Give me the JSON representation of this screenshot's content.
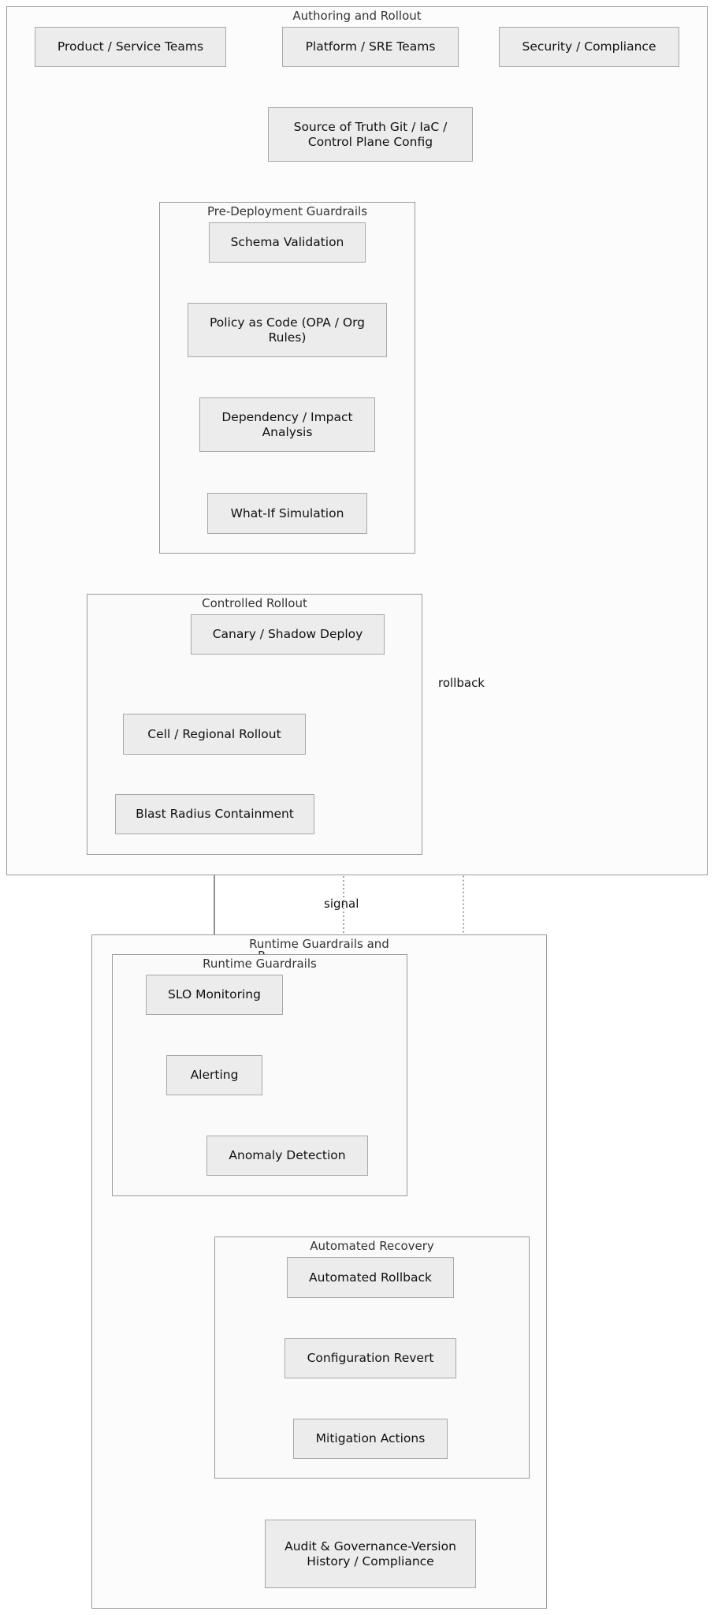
{
  "groups": {
    "authoring": "Authoring and Rollout",
    "pre_deploy": "Pre-Deployment Guardrails",
    "controlled": "Controlled Rollout",
    "runtime_outer": "Runtime Guardrails and",
    "runtime_outer_cut": "R",
    "runtime_inner": "Runtime Guardrails",
    "recovery": "Automated Recovery"
  },
  "nodes": {
    "product_teams": "Product / Service Teams",
    "platform_teams": "Platform / SRE Teams",
    "security": "Security / Compliance",
    "source_truth": "Source of Truth Git / IaC / Control Plane Config",
    "schema": "Schema Validation",
    "policy": "Policy as Code (OPA / Org Rules)",
    "dependency": "Dependency / Impact Analysis",
    "whatif": "What-If Simulation",
    "canary": "Canary / Shadow Deploy",
    "cell": "Cell / Regional Rollout",
    "blast": "Blast Radius Containment",
    "slo": "SLO Monitoring",
    "alerting": "Alerting",
    "anomaly": "Anomaly Detection",
    "auto_rollback": "Automated Rollback",
    "config_revert": "Configuration Revert",
    "mitigation": "Mitigation Actions",
    "audit": "Audit & Governance-Version History / Compliance"
  },
  "edge_labels": {
    "rollback": "rollback",
    "signal": "signal"
  },
  "colors": {
    "edge": "#555555",
    "node_fill": "#ececec",
    "node_border": "#a8a8a8",
    "group_border": "#9a9a9a"
  }
}
